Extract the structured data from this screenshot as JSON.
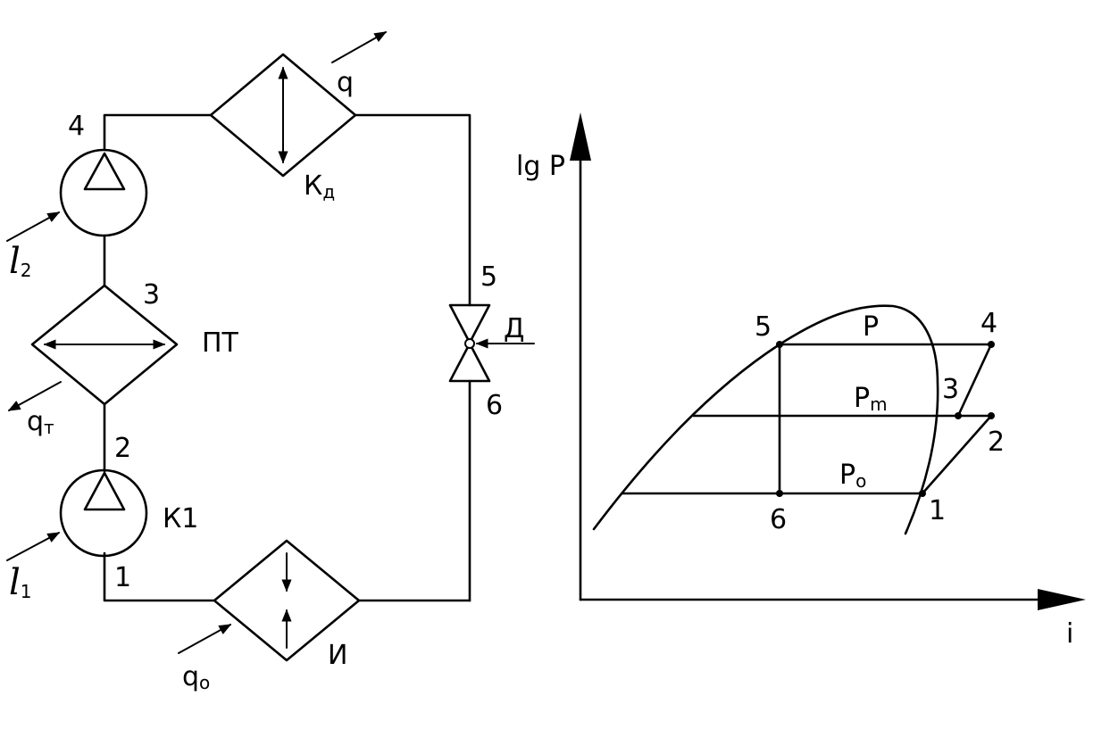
{
  "cycle": {
    "point_labels": {
      "p1": "1",
      "p2": "2",
      "p3": "3",
      "p4": "4",
      "p5": "5",
      "p6": "6"
    },
    "components": {
      "condenser": {
        "main": "К",
        "sub": "д"
      },
      "evaporator": "И",
      "intercooler": "ПТ",
      "compressor_low": "К1",
      "throttle": "Д"
    },
    "flows": {
      "q": "q",
      "q_t": {
        "main": "q",
        "sub": "т"
      },
      "q_o": {
        "main": "q",
        "sub": "о"
      },
      "l1": {
        "main": "l",
        "sub": "1"
      },
      "l2": {
        "main": "l",
        "sub": "2"
      }
    }
  },
  "phase_diagram": {
    "y_axis_label": "lg P",
    "x_axis_label": "i",
    "pressure_labels": {
      "p": "P",
      "pm": {
        "main": "P",
        "sub": "m"
      },
      "po": {
        "main": "P",
        "sub": "o"
      }
    },
    "point_labels": {
      "p1": "1",
      "p2": "2",
      "p3": "3",
      "p4": "4",
      "p5": "5",
      "p6": "6"
    }
  }
}
